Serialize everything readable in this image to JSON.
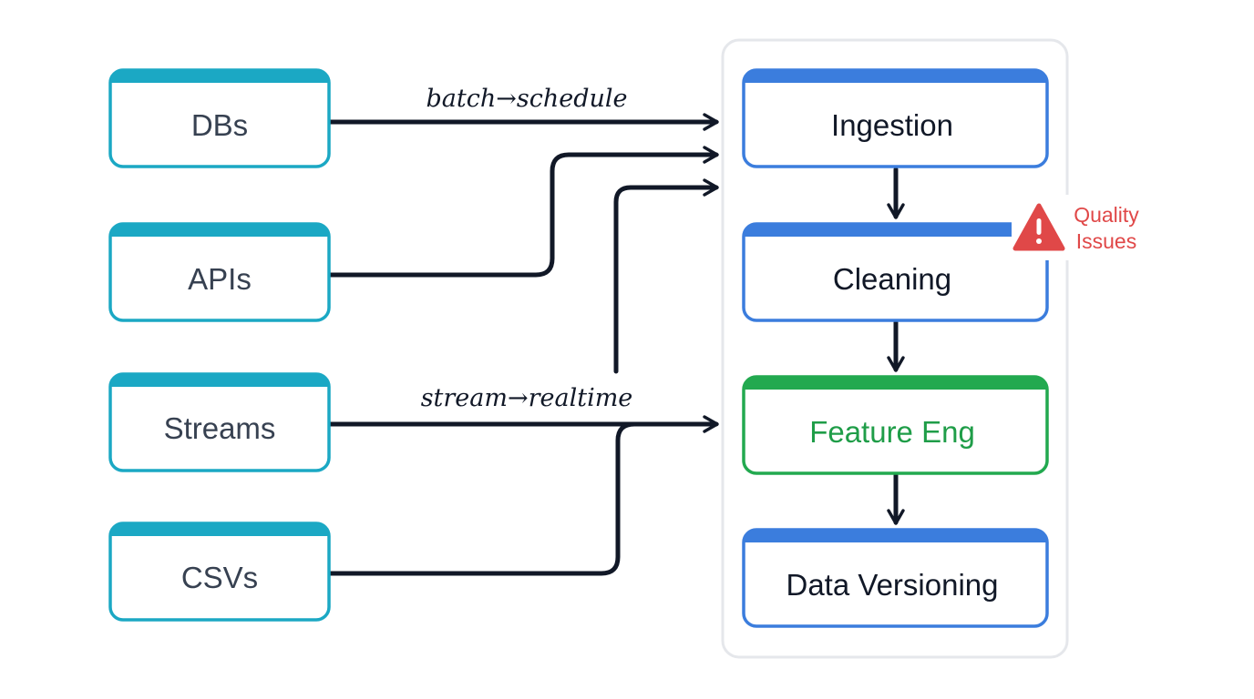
{
  "sources": [
    {
      "label": "DBs"
    },
    {
      "label": "APIs"
    },
    {
      "label": "Streams"
    },
    {
      "label": "CSVs"
    }
  ],
  "pipeline": [
    {
      "label": "Ingestion",
      "kind": "default"
    },
    {
      "label": "Cleaning",
      "kind": "default"
    },
    {
      "label": "Feature Eng",
      "kind": "highlight"
    },
    {
      "label": "Data Versioning",
      "kind": "default"
    }
  ],
  "edge_labels": {
    "batch": "batch→schedule",
    "stream": "stream→realtime"
  },
  "warning": {
    "line1": "Quality",
    "line2": "Issues",
    "icon": "warning-triangle-icon"
  },
  "colors": {
    "source_border": "#1ba8c4",
    "source_text": "#374151",
    "pipeline_border": "#3b7ddd",
    "pipeline_text": "#111827",
    "highlight_border": "#22a94f",
    "highlight_text": "#1f9d48",
    "arrow": "#111827",
    "warning": "#e04848",
    "container_border": "#e5e7eb"
  }
}
